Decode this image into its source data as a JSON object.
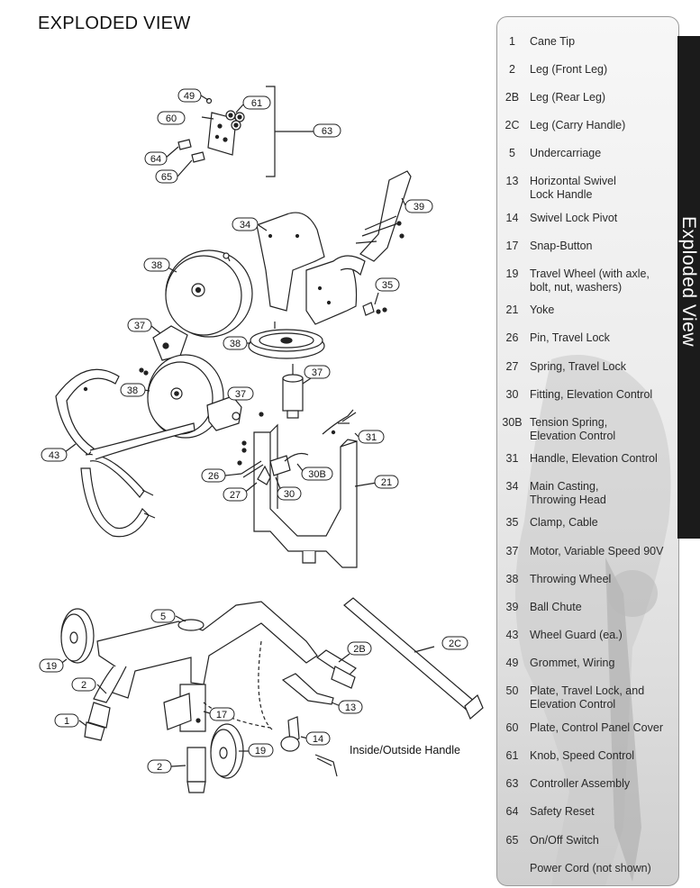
{
  "page": {
    "title": "EXPLODED VIEW",
    "side_tab": "Exploded View"
  },
  "callouts": [
    "49",
    "61",
    "60",
    "63",
    "64",
    "65",
    "34",
    "39",
    "38",
    "35",
    "37",
    "38",
    "37",
    "38",
    "37",
    "43",
    "31",
    "26",
    "30B",
    "21",
    "27",
    "30",
    "5",
    "2B",
    "2C",
    "19",
    "2",
    "13",
    "17",
    "14",
    "1",
    "19",
    "2"
  ],
  "annotation": "Inside/Outside Handle",
  "parts": [
    {
      "num": "1",
      "desc": [
        "Cane Tip"
      ]
    },
    {
      "num": "2",
      "desc": [
        "Leg (Front Leg)"
      ]
    },
    {
      "num": "2B",
      "desc": [
        "Leg (Rear Leg)"
      ]
    },
    {
      "num": "2C",
      "desc": [
        "Leg (Carry Handle)"
      ]
    },
    {
      "num": "5",
      "desc": [
        "Undercarriage"
      ]
    },
    {
      "num": "13",
      "desc": [
        "Horizontal Swivel",
        "Lock Handle"
      ]
    },
    {
      "num": "14",
      "desc": [
        "Swivel Lock Pivot"
      ]
    },
    {
      "num": "17",
      "desc": [
        "Snap-Button"
      ]
    },
    {
      "num": "19",
      "desc": [
        "Travel Wheel (with axle,",
        "bolt, nut, washers)"
      ]
    },
    {
      "num": "21",
      "desc": [
        "Yoke"
      ]
    },
    {
      "num": "26",
      "desc": [
        "Pin, Travel Lock"
      ]
    },
    {
      "num": "27",
      "desc": [
        "Spring, Travel Lock"
      ]
    },
    {
      "num": "30",
      "desc": [
        "Fitting, Elevation Control"
      ]
    },
    {
      "num": "30B",
      "desc": [
        "Tension Spring,",
        "Elevation Control"
      ]
    },
    {
      "num": "31",
      "desc": [
        "Handle, Elevation Control"
      ]
    },
    {
      "num": "34",
      "desc": [
        "Main Casting,",
        "Throwing Head"
      ]
    },
    {
      "num": "35",
      "desc": [
        "Clamp, Cable"
      ]
    },
    {
      "num": "37",
      "desc": [
        "Motor, Variable Speed 90V"
      ]
    },
    {
      "num": "38",
      "desc": [
        "Throwing Wheel"
      ]
    },
    {
      "num": "39",
      "desc": [
        "Ball Chute"
      ]
    },
    {
      "num": "43",
      "desc": [
        "Wheel Guard (ea.)"
      ]
    },
    {
      "num": "49",
      "desc": [
        "Grommet, Wiring"
      ]
    },
    {
      "num": "50",
      "desc": [
        "Plate, Travel Lock, and",
        "Elevation Control"
      ]
    },
    {
      "num": "60",
      "desc": [
        "Plate, Control Panel Cover"
      ]
    },
    {
      "num": "61",
      "desc": [
        "Knob, Speed Control"
      ]
    },
    {
      "num": "63",
      "desc": [
        "Controller Assembly"
      ]
    },
    {
      "num": "64",
      "desc": [
        "Safety Reset"
      ]
    },
    {
      "num": "65",
      "desc": [
        "On/Off Switch"
      ]
    },
    {
      "num": "",
      "desc": [
        "Power Cord (not shown)"
      ]
    }
  ]
}
